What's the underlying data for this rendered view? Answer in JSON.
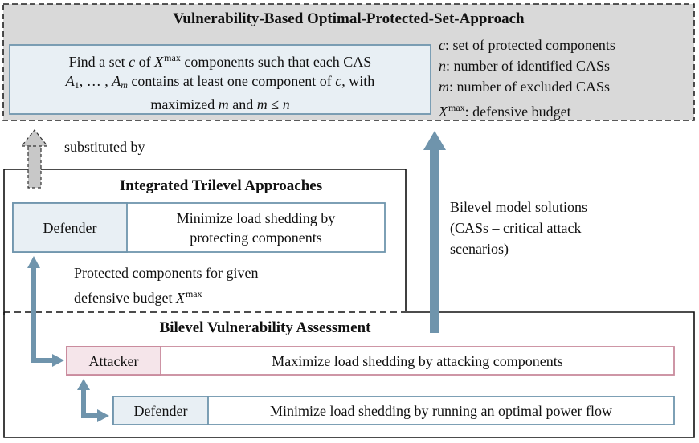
{
  "top_panel": {
    "title": "Vulnerability-Based Optimal-Protected-Set-Approach",
    "main_box": {
      "line1_pre": "Find a set ",
      "line1_c": "c",
      "line1_mid": " of ",
      "line1_X": "X",
      "line1_sup": "max",
      "line1_post": " components such that each CAS",
      "line2_A1": "A",
      "line2_sub1": "1",
      "line2_dots": ", … , ",
      "line2_Am": "A",
      "line2_subm": "m",
      "line2_post": " contains at least one component of ",
      "line2_c": "c",
      "line2_end": ", with",
      "line3_pre": "maximized ",
      "line3_m1": "m",
      "line3_and": " and ",
      "line3_m2": "m",
      "line3_le": " ≤ ",
      "line3_n": "n"
    },
    "legend": [
      {
        "sym": "c",
        "text": ": set of protected components"
      },
      {
        "sym": "n",
        "text": ": number of identified CASs"
      },
      {
        "sym": "m",
        "text": ": number of excluded CASs"
      },
      {
        "sym": "X",
        "sup": "max",
        "text": ": defensive budget"
      }
    ]
  },
  "substituted_label": "substituted by",
  "trilevel": {
    "title": "Integrated Trilevel Approaches",
    "defender_label": "Defender",
    "defender_text_1": "Minimize load shedding by",
    "defender_text_2": "protecting components",
    "note_1": "Protected components for given",
    "note_2_pre": "defensive budget ",
    "note_2_X": "X",
    "note_2_sup": "max"
  },
  "bilevel_note": {
    "line1": "Bilevel model solutions",
    "line2": "(CASs – critical attack",
    "line3": "scenarios)"
  },
  "bilevel": {
    "title": "Bilevel Vulnerability Assessment",
    "attacker_label": "Attacker",
    "attacker_text": "Maximize load shedding by attacking components",
    "defender_label": "Defender",
    "defender_text": "Minimize load shedding by running an optimal power flow"
  },
  "colors": {
    "gray_panel": "#d9d9d9",
    "blue_border": "#6f95ad",
    "blue_fill": "#e8eff4",
    "pink_border": "#c98a9c",
    "pink_fill": "#f5e5ea",
    "arrow_blue": "#6f94ac",
    "arrow_gray": "#c8c8c8"
  }
}
